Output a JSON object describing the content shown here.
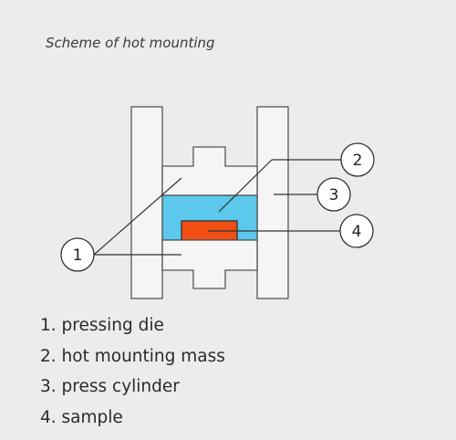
{
  "title": "Scheme of hot mounting",
  "callouts": [
    "1",
    "2",
    "3",
    "4"
  ],
  "legend": [
    {
      "num": "1.",
      "text": "pressing die"
    },
    {
      "num": "2.",
      "text": "hot mounting mass"
    },
    {
      "num": "3.",
      "text": "press cylinder"
    },
    {
      "num": "4.",
      "text": "sample"
    }
  ],
  "colors": {
    "background": "#ececec",
    "part_fill": "#f5f5f5",
    "outline": "#555555",
    "mounting_mass": "#5bc8ec",
    "sample": "#f04e12"
  }
}
